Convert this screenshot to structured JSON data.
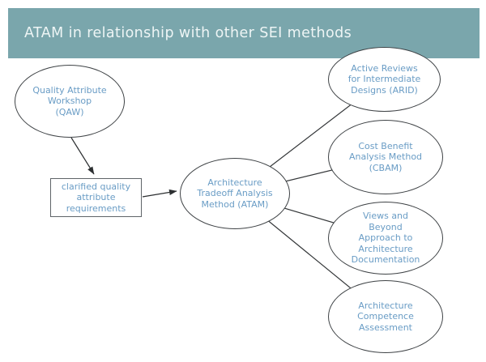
{
  "slide": {
    "title": "ATAM in relationship with other SEI methods"
  },
  "colors": {
    "header_bg": "#7aa6ac",
    "title_text": "#eef5f5",
    "node_text": "#699cc5",
    "shape_stroke": "#3e4245",
    "connector": "#333638"
  },
  "diagram": {
    "nodes": [
      {
        "id": "qaw",
        "shape": "ellipse",
        "label": "Quality Attribute\nWorkshop\n(QAW)"
      },
      {
        "id": "clarified-requirements",
        "shape": "rectangle",
        "label": "clarified quality\nattribute\nrequirements"
      },
      {
        "id": "atam",
        "shape": "ellipse",
        "label": "Architecture\nTradeoff Analysis\nMethod (ATAM)"
      },
      {
        "id": "arid",
        "shape": "ellipse",
        "label": "Active Reviews\nfor Intermediate\nDesigns (ARID)"
      },
      {
        "id": "cbam",
        "shape": "ellipse",
        "label": "Cost Benefit\nAnalysis Method\n(CBAM)"
      },
      {
        "id": "views-beyond",
        "shape": "ellipse",
        "label": "Views and\nBeyond\nApproach to\nArchitecture\nDocumentation"
      },
      {
        "id": "architecture-competence",
        "shape": "ellipse",
        "label": "Architecture\nCompetence\nAssessment"
      }
    ],
    "edges": [
      {
        "from": "qaw",
        "to": "clarified-requirements",
        "arrow": true
      },
      {
        "from": "clarified-requirements",
        "to": "atam",
        "arrow": true
      },
      {
        "from": "atam",
        "to": "arid",
        "arrow": false
      },
      {
        "from": "atam",
        "to": "cbam",
        "arrow": false
      },
      {
        "from": "atam",
        "to": "views-beyond",
        "arrow": false
      },
      {
        "from": "atam",
        "to": "architecture-competence",
        "arrow": false
      }
    ]
  }
}
